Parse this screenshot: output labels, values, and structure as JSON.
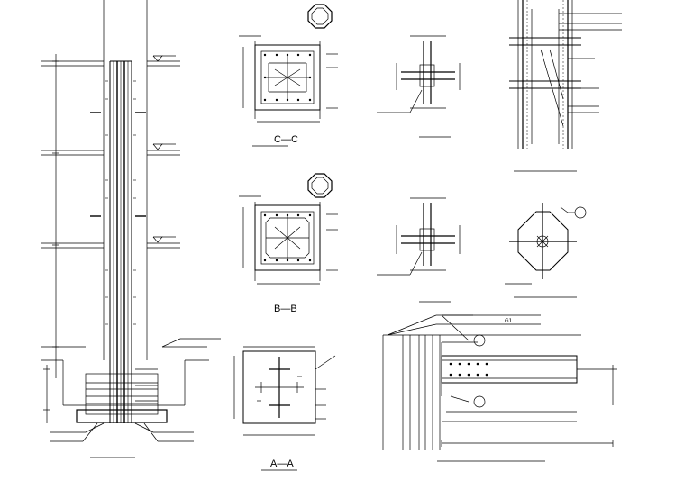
{
  "titles": {
    "section_cc": "C—C",
    "section_bb": "B—B",
    "section_aa": "A—A"
  },
  "labels": {
    "grid_mark": "G1"
  },
  "colors": {
    "line": "#000000",
    "background": "#ffffff"
  }
}
